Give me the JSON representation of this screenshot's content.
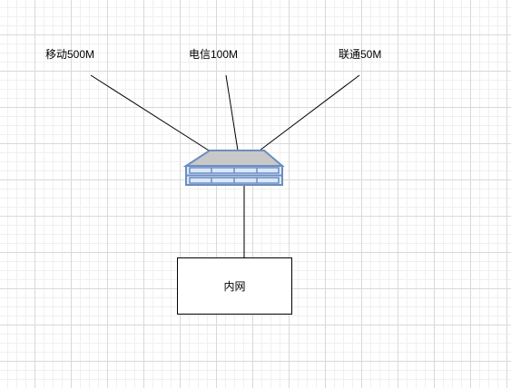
{
  "diagram": {
    "isps": [
      {
        "id": "mobile",
        "label": "移动500M"
      },
      {
        "id": "telecom",
        "label": "电信100M"
      },
      {
        "id": "unicom",
        "label": "联通50M"
      }
    ],
    "router": {
      "icon": "router-switch-icon"
    },
    "intranet": {
      "label": "内网"
    }
  },
  "colors": {
    "line": "#000000",
    "device_fill": "#dae8fc",
    "device_stroke": "#6c8ebf",
    "device_top": "#c8c8c8"
  }
}
